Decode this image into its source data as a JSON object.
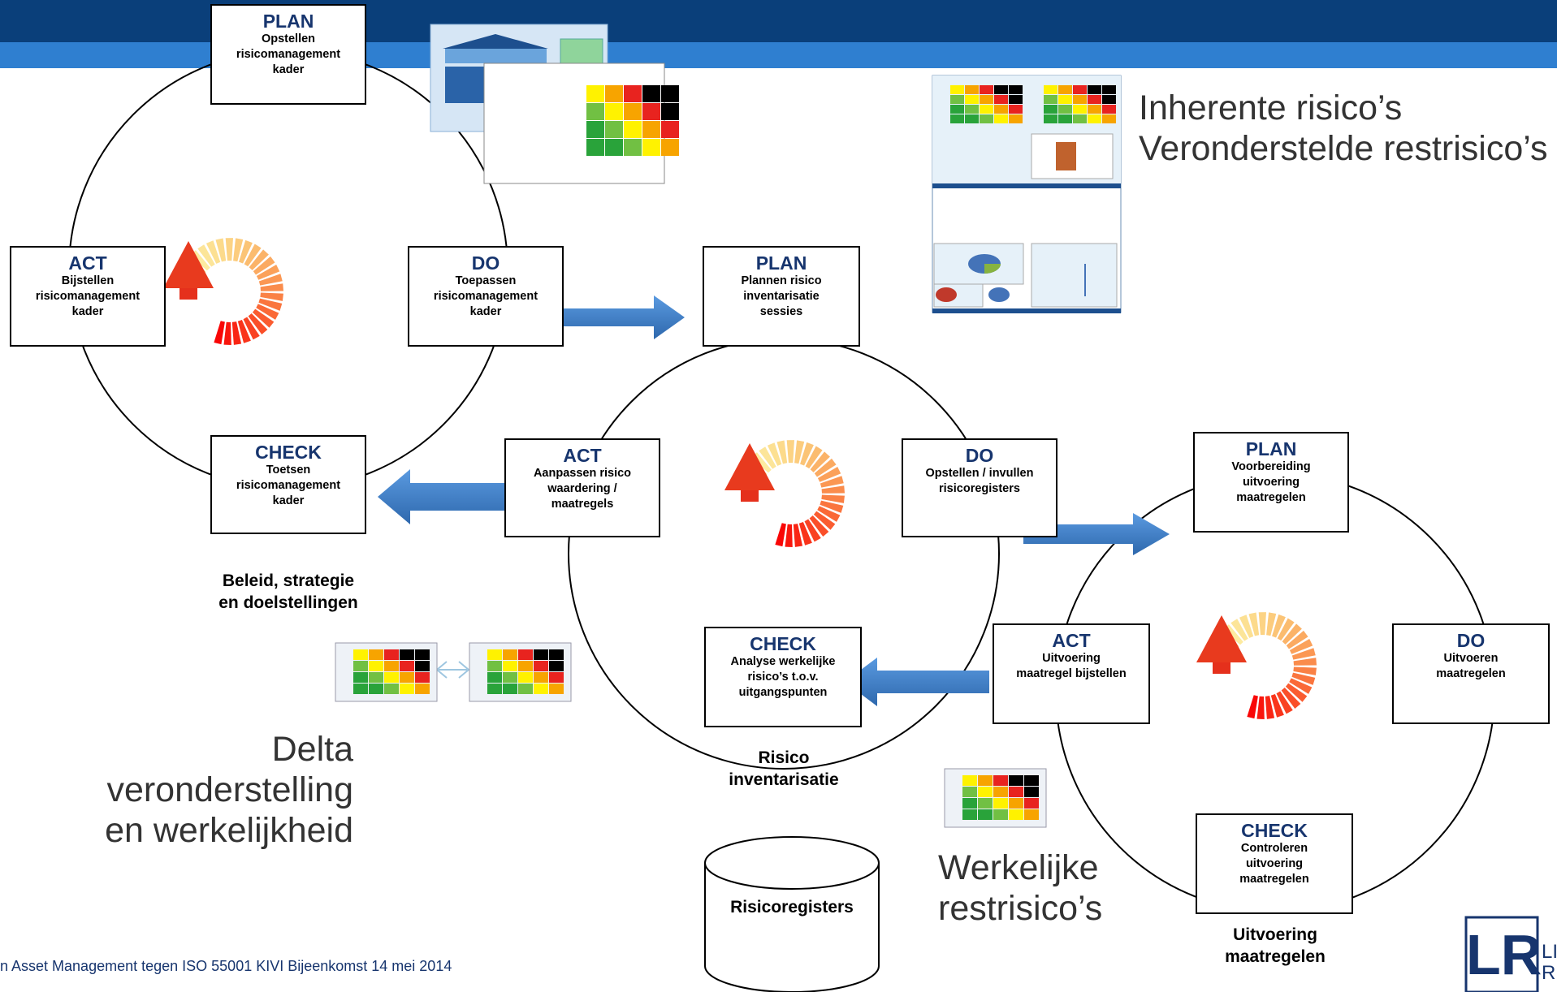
{
  "colors": {
    "navy_bar": "#0a3f7a",
    "blue_bar": "#2f7fd0",
    "heading": "#17356e",
    "arrow": "#3b7cc4"
  },
  "cycle1": {
    "plan": {
      "heading": "PLAN",
      "text": "Opstellen\nrisicomanagement\nkader"
    },
    "do": {
      "heading": "DO",
      "text": "Toepassen\nrisicomanagement\nkader"
    },
    "check": {
      "heading": "CHECK",
      "text": "Toetsen\nrisicomanagement\nkader"
    },
    "act": {
      "heading": "ACT",
      "text": "Bijstellen\nrisicomanagement\nkader"
    },
    "label": "Beleid, strategie\nen doelstellingen"
  },
  "cycle2": {
    "plan": {
      "heading": "PLAN",
      "text": "Plannen risico\ninventarisatie\nsessies"
    },
    "do": {
      "heading": "DO",
      "text": "Opstellen / invullen\nrisicoregisters"
    },
    "check": {
      "heading": "CHECK",
      "text": "Analyse werkelijke\nrisico’s t.o.v.\nuitgangspunten"
    },
    "act": {
      "heading": "ACT",
      "text": "Aanpassen risico\nwaardering /\nmaatregels"
    },
    "label": "Risico\ninventarisatie"
  },
  "cycle3": {
    "plan": {
      "heading": "PLAN",
      "text": "Voorbereiding\nuitvoering\nmaatregelen"
    },
    "do": {
      "heading": "DO",
      "text": "Uitvoeren\nmaatregelen"
    },
    "check": {
      "heading": "CHECK",
      "text": "Controleren\nuitvoering\nmaatregelen"
    },
    "act": {
      "heading": "ACT",
      "text": "Uitvoering\nmaatregel bijstellen"
    },
    "label": "Uitvoering\nmaatregelen"
  },
  "cylinder_label": "Risicoregisters",
  "text_inherente": "Inherente risico’s\nVeronderstelde restrisico’s",
  "text_delta": "Delta\nveronderstelling\nen werkelijkheid",
  "text_werkelijke": "Werkelijke\nrestrisico’s",
  "footer": "n  Asset Management  tegen ISO 55001 KIVI Bijeenkomst 14 mei 2014",
  "logo": {
    "mark": "LR",
    "text": "LI\nR"
  },
  "icons": [
    "cycle-arrow-icon",
    "risk-matrix-icon",
    "database-cylinder-icon",
    "double-arrow-icon"
  ]
}
